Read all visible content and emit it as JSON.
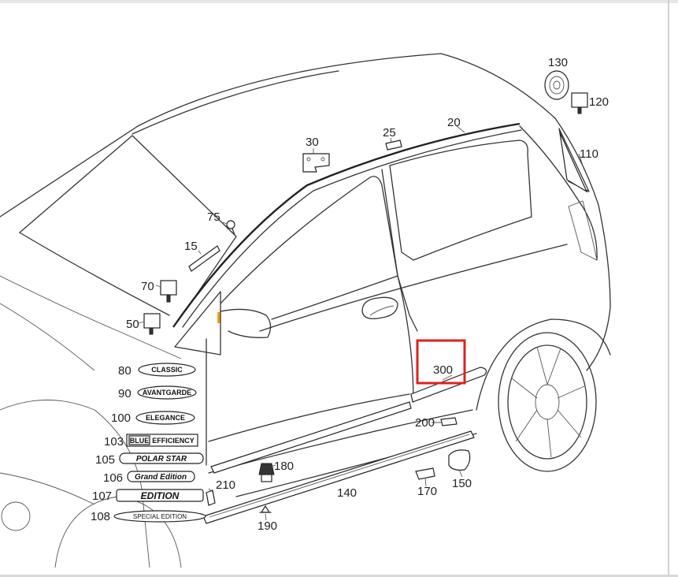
{
  "part_labels": {
    "p20": "20",
    "p25": "25",
    "p30": "30",
    "p15": "15",
    "p50": "50",
    "p70": "70",
    "p75": "75",
    "p80": "80",
    "p90": "90",
    "p100": "100",
    "p103": "103",
    "p105": "105",
    "p106": "106",
    "p107": "107",
    "p108": "108",
    "p110": "110",
    "p120": "120",
    "p130": "130",
    "p140": "140",
    "p150": "150",
    "p170": "170",
    "p180": "180",
    "p190": "190",
    "p200": "200",
    "p210": "210",
    "p300": "300"
  },
  "badges": {
    "classic": "CLASSIC",
    "avantgarde": "AVANTGARDE",
    "elegance": "ELEGANCE",
    "blue": "BLUE",
    "efficiency": "EFFICIENCY",
    "polar_star": "POLAR STAR",
    "grand_edition": "Grand Edition",
    "edition": "EDITION",
    "special_edition": "SPECIAL EDITION"
  },
  "highlight": {
    "part": "300",
    "color": "#e02020"
  },
  "colors": {
    "line": "#333333",
    "background": "#ffffff"
  }
}
